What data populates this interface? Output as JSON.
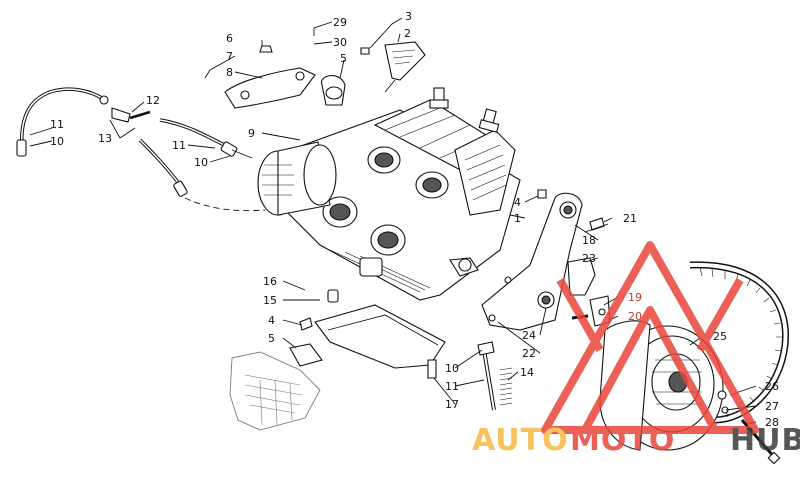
{
  "callouts": {
    "c1": "1",
    "c2": "2",
    "c3": "3",
    "c4a": "4",
    "c4b": "4",
    "c5a": "5",
    "c5b": "5",
    "c6": "6",
    "c7": "7",
    "c8": "8",
    "c9": "9",
    "c10a": "10",
    "c10b": "10",
    "c10c": "10",
    "c11a": "11",
    "c11b": "11",
    "c11c": "11",
    "c12": "12",
    "c13": "13",
    "c14": "14",
    "c15": "15",
    "c16": "16",
    "c17": "17",
    "c18": "18",
    "c19": "19",
    "c20": "20",
    "c21": "21",
    "c22": "22",
    "c23": "23",
    "c24": "24",
    "c25": "25",
    "c26": "26",
    "c27": "27",
    "c28": "28",
    "c29": "29",
    "c30": "30"
  },
  "watermark": {
    "auto": "AUTO",
    "moto": "MOTO",
    "hub": "HUB",
    "colors": {
      "auto": "#f5b942",
      "moto": "#e8463c",
      "hub": "#3a3a3a",
      "logo": "#e8463c"
    }
  }
}
